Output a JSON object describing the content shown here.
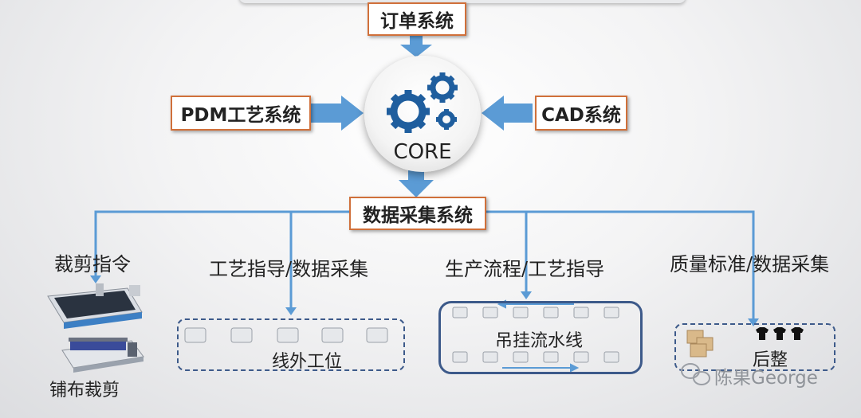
{
  "diagram": {
    "top_input": "订单系统",
    "left_input": "PDM工艺系统",
    "right_input": "CAD系统",
    "core_label": "CORE",
    "hub": "数据采集系统",
    "branches": [
      {
        "label": "裁剪指令",
        "bottom_label": "铺布裁剪"
      },
      {
        "label": "工艺指导/数据采集",
        "box_label": "线外工位"
      },
      {
        "label": "生产流程/工艺指导",
        "box_label": "吊挂流水线"
      },
      {
        "label": "质量标准/数据采集",
        "box_label": "后整"
      }
    ],
    "watermark": "陈果George",
    "colors": {
      "accent": "#5b9bd5",
      "box_border": "#d0703a",
      "gear": "#1f5e9e",
      "dashed": "#3d5a8a"
    }
  }
}
